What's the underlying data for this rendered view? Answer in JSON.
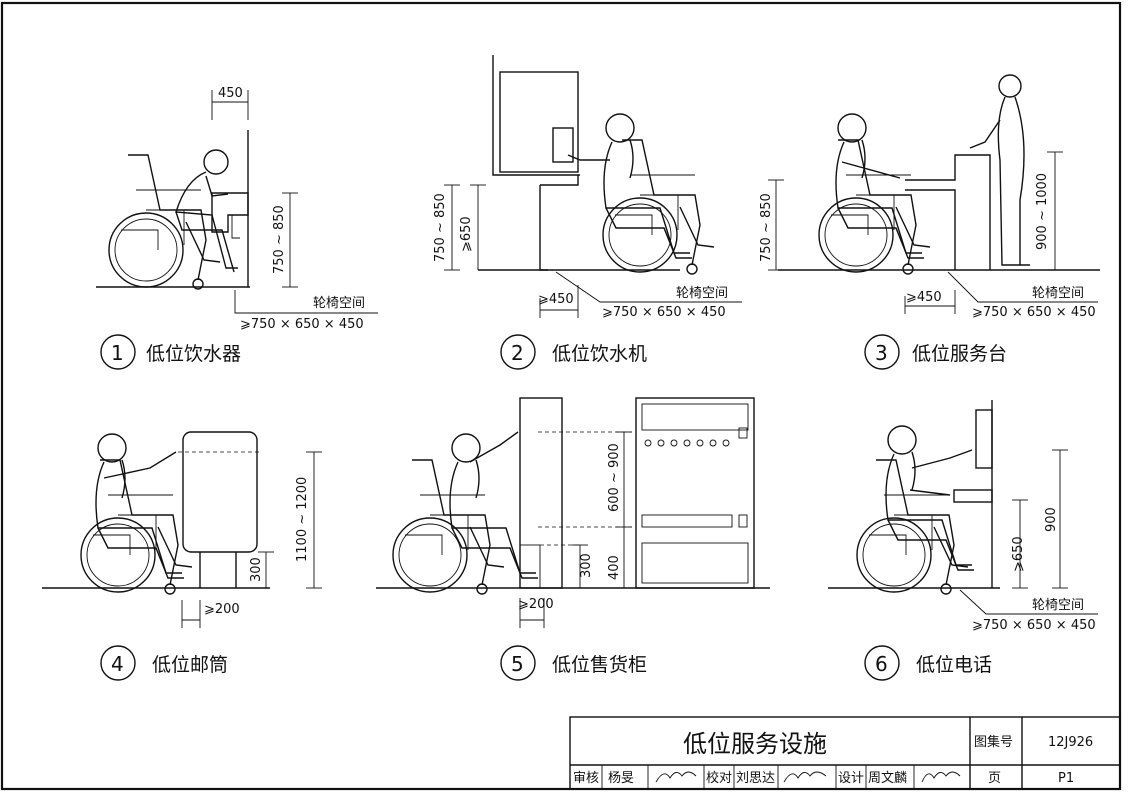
{
  "panels": [
    {
      "num": "1",
      "caption": "低位饮水器",
      "dims": {
        "top": "450",
        "vert": "750 ~ 850",
        "space_label": "轮椅空间",
        "space_val": "⩾750 × 650 × 450"
      }
    },
    {
      "num": "2",
      "caption": "低位饮水机",
      "dims": {
        "vert1": "750 ~ 850",
        "vert2": "⩾650",
        "bottom": "⩾450",
        "space_label": "轮椅空间",
        "space_val": "⩾750 × 650 × 450"
      }
    },
    {
      "num": "3",
      "caption": "低位服务台",
      "dims": {
        "vert1": "750 ~ 850",
        "vert2": "900 ~ 1000",
        "bottom": "⩾450",
        "space_label": "轮椅空间",
        "space_val": "⩾750 × 650 × 450"
      }
    },
    {
      "num": "4",
      "caption": "低位邮筒",
      "dims": {
        "vert1": "300",
        "vert2": "1100 ~ 1200",
        "bottom": "⩾200"
      }
    },
    {
      "num": "5",
      "caption": "低位售货柜",
      "dims": {
        "vert1": "300",
        "vert2": "600 ~ 900",
        "vert3": "400",
        "bottom": "⩾200"
      }
    },
    {
      "num": "6",
      "caption": "低位电话",
      "dims": {
        "vert1": "⩾650",
        "vert2": "900",
        "space_label": "轮椅空间",
        "space_val": "⩾750 × 650 × 450"
      }
    }
  ],
  "title_block": {
    "title": "低位服务设施",
    "atlas_label": "图集号",
    "atlas_no": "12J926",
    "review_label": "审核",
    "review_name": "杨旻",
    "check_label": "校对",
    "check_name": "刘思达",
    "design_label": "设计",
    "design_name": "周文麟",
    "page_label": "页",
    "page_no": "P1"
  }
}
